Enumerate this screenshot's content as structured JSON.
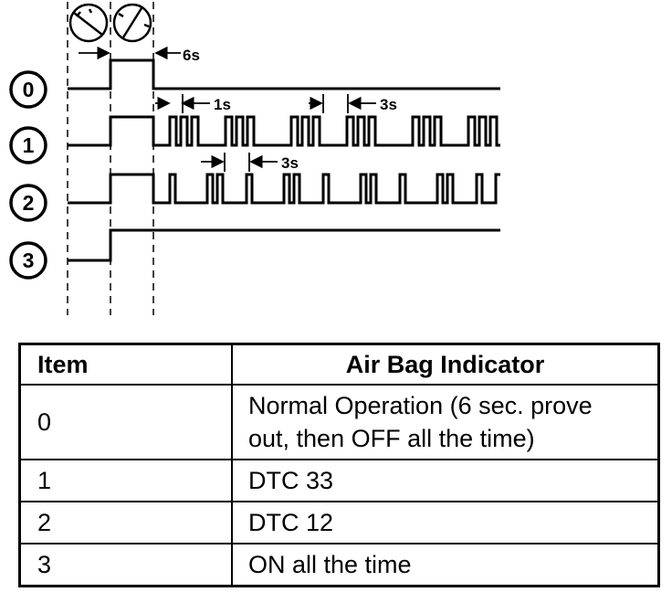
{
  "diagram": {
    "row_labels": [
      "0",
      "1",
      "2",
      "3"
    ],
    "callouts": {
      "prove_out": "6s",
      "row1_pulse": "1s",
      "row1_pause": "3s",
      "row2_pause": "3s"
    },
    "icons": [
      "ignition-off-icon",
      "ignition-on-icon"
    ]
  },
  "table": {
    "headers": [
      "Item",
      "Air Bag Indicator"
    ],
    "rows": [
      {
        "item": "0",
        "indicator_line1": "Normal Operation (6 sec. prove",
        "indicator_line2": "out, then OFF all the time)"
      },
      {
        "item": "1",
        "indicator": "DTC 33"
      },
      {
        "item": "2",
        "indicator": "DTC 12"
      },
      {
        "item": "3",
        "indicator": "ON all the time"
      }
    ]
  }
}
